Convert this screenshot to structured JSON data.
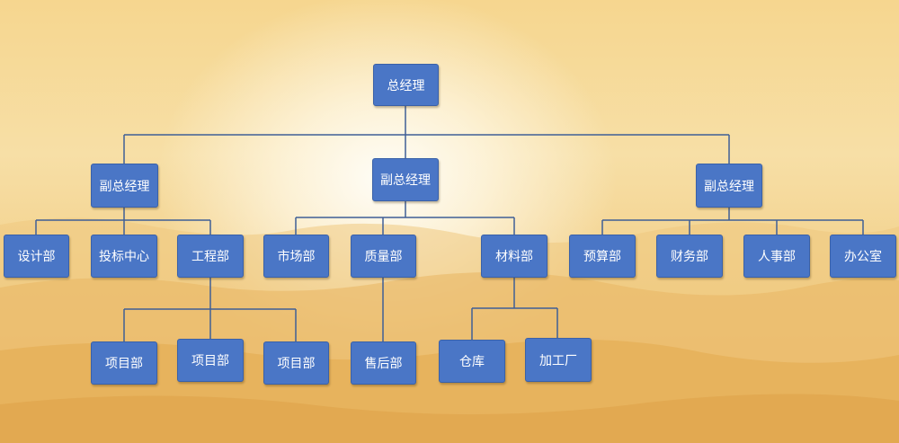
{
  "colors": {
    "node": "#4a76c6",
    "line": "#3f5f96"
  },
  "org": {
    "ceo": "总经理",
    "vp_left": "副总经理",
    "vp_center": "副总经理",
    "vp_right": "副总经理",
    "design": "设计部",
    "bidding": "投标中心",
    "engineering": "工程部",
    "project_1": "项目部",
    "project_2": "项目部",
    "project_3": "项目部",
    "market": "市场部",
    "quality": "质量部",
    "after_sales": "售后部",
    "materials": "材料部",
    "warehouse": "仓库",
    "processing": "加工厂",
    "budget": "预算部",
    "finance": "财务部",
    "hr": "人事部",
    "office": "办公室"
  }
}
